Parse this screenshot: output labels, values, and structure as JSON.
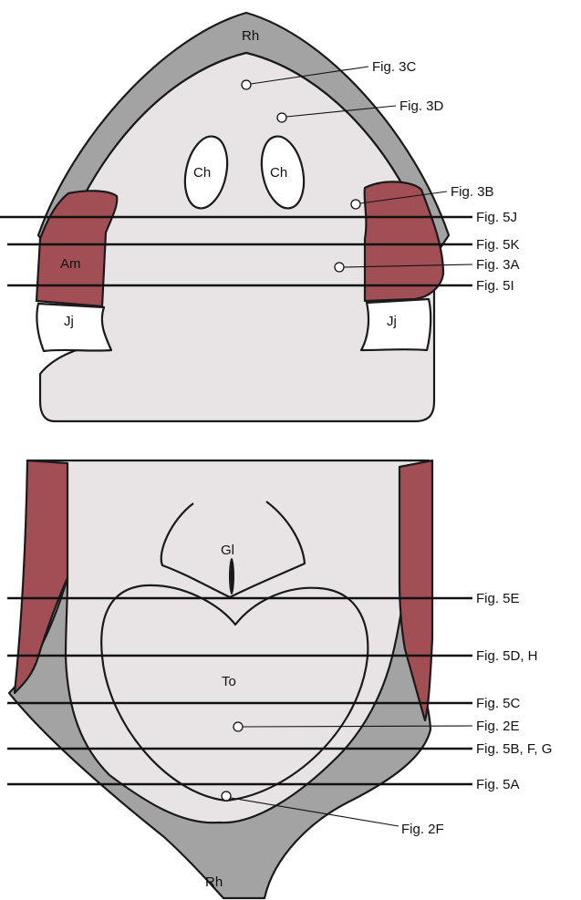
{
  "colors": {
    "rhamphotheca": "#a3a3a3",
    "tissue": "#e8e4e6",
    "muscle": "#a14f54",
    "outline": "#1a1a1a",
    "background": "#ffffff"
  },
  "upper": {
    "labels": {
      "rh": "Rh",
      "ch_left": "Ch",
      "ch_right": "Ch",
      "am": "Am",
      "jj_left": "Jj",
      "jj_right": "Jj"
    },
    "cuts": [
      "Fig. 5J",
      "Fig. 5K",
      "Fig. 5I"
    ],
    "sites": [
      "Fig. 3C",
      "Fig. 3D",
      "Fig. 3B",
      "Fig. 3A"
    ]
  },
  "lower": {
    "labels": {
      "gl": "Gl",
      "to": "To",
      "rh": "Rh"
    },
    "cuts": [
      "Fig. 5E",
      "Fig. 5D, H",
      "Fig. 5C",
      "Fig. 5B, F, G",
      "Fig. 5A"
    ],
    "sites": [
      "Fig. 2E",
      "Fig. 2F"
    ]
  }
}
